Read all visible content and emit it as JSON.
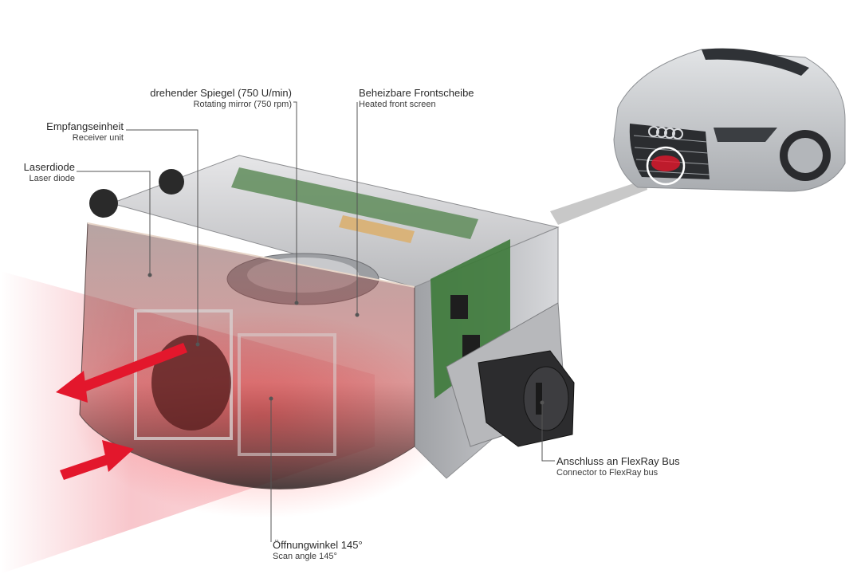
{
  "callouts": {
    "mirror": {
      "de": "drehender Spiegel (750 U/min)",
      "en": "Rotating mirror (750 rpm)"
    },
    "frontscreen": {
      "de": "Beheizbare Frontscheibe",
      "en": "Heated front screen"
    },
    "receiver": {
      "de": "Empfangseinheit",
      "en": "Receiver unit"
    },
    "laser": {
      "de": "Laserdiode",
      "en": "Laser diode"
    },
    "connector": {
      "de": "Anschluss an FlexRay Bus",
      "en": "Connector to FlexRay bus"
    },
    "scan": {
      "de": "Öffnungwinkel 145°",
      "en": "Scan angle 145°"
    }
  },
  "colors": {
    "laser_red": "#e3172c",
    "housing": "#c9c9cc",
    "pcb_green": "#3d7a3a",
    "car_silver": "#c6c8cb",
    "leader": "#555555"
  },
  "icons": {
    "car": "audi-a8-front-icon",
    "arrow_out": "red-arrow-outgoing-icon",
    "arrow_in": "red-arrow-incoming-icon"
  }
}
